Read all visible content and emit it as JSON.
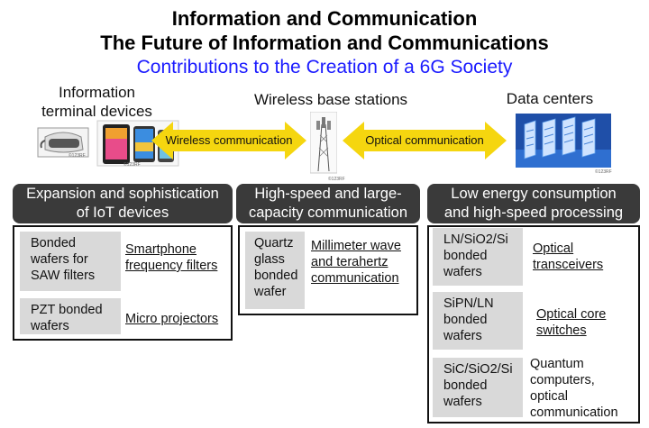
{
  "title": {
    "line1": "Information and Communication",
    "line2": "The Future of Information and Communications",
    "subtitle": "Contributions to the Creation of a 6G Society"
  },
  "nodes": {
    "terminal": {
      "line1": "Information",
      "line2": "terminal devices"
    },
    "base": {
      "label": "Wireless base stations"
    },
    "datacenter": {
      "label": "Data centers"
    }
  },
  "arrows": {
    "left": "Wireless communication",
    "right": "Optical communication"
  },
  "watermark": "©123RF",
  "colors": {
    "arrow": "#f5d60f",
    "pill": "#3a3a3a",
    "box": "#d9d9d9",
    "subtitle": "#1a1aff"
  },
  "icons": [
    "vr-headset-icon",
    "smartphone-icon",
    "base-station-tower-icon",
    "server-rack-icon"
  ],
  "sections": [
    {
      "header_line1": "Expansion and sophistication",
      "header_line2": "of IoT devices",
      "rows": [
        {
          "material": [
            "Bonded",
            "wafers for",
            "SAW filters"
          ],
          "application": [
            "Smartphone",
            "frequency filters"
          ]
        },
        {
          "material": [
            "PZT bonded",
            "wafers"
          ],
          "application": [
            "Micro projectors"
          ]
        }
      ]
    },
    {
      "header_line1": "High-speed and large-",
      "header_line2": "capacity communication",
      "rows": [
        {
          "material": [
            "Quartz",
            "glass",
            "bonded",
            "wafer"
          ],
          "application": [
            "Millimeter wave",
            "and terahertz",
            "communication"
          ]
        }
      ]
    },
    {
      "header_line1": "Low energy consumption",
      "header_line2": "and high-speed processing",
      "rows": [
        {
          "material": [
            "LN/SiO2/Si",
            "bonded",
            "wafers"
          ],
          "application": [
            "Optical",
            "transceivers"
          ]
        },
        {
          "material": [
            "SiPN/LN",
            "bonded",
            "wafers"
          ],
          "application": [
            "Optical core",
            "switches"
          ]
        },
        {
          "material": [
            "SiC/SiO2/Si",
            "bonded",
            "wafers"
          ],
          "application": [
            "Quantum",
            "computers,",
            "optical",
            "communication"
          ]
        }
      ]
    }
  ]
}
